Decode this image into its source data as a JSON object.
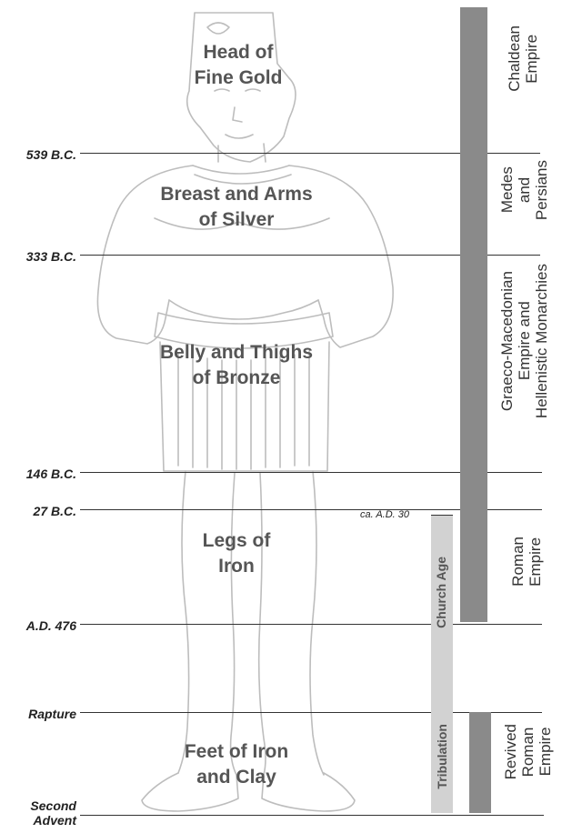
{
  "metals": {
    "head": "Head of\nFine Gold",
    "breast": "Breast and Arms\nof Silver",
    "belly": "Belly and Thighs\nof Bronze",
    "legs": "Legs of\nIron",
    "feet": "Feet of Iron\nand Clay"
  },
  "dates": {
    "d539": "539 B.C.",
    "d333": "333 B.C.",
    "d146": "146 B.C.",
    "d27": "27 B.C.",
    "d476": "A.D. 476",
    "rapture": "Rapture",
    "second_advent": "Second\nAdvent"
  },
  "empires": {
    "chaldean": "Chaldean\nEmpire",
    "medes": "Medes\nand\nPersians",
    "greco": "Graeco-Macedonian\nEmpire and\nHellenistic Monarchies",
    "roman": "Roman\nEmpire",
    "revived": "Revived\nRoman\nEmpire"
  },
  "church": {
    "start": "ca. A.D. 30",
    "church_age": "Church Age",
    "tribulation": "Tribulation"
  },
  "colors": {
    "empire_bar": "#8a8a8a",
    "church_bar": "#d2d2d2",
    "line": "#333333",
    "statue": "#bdbdbd"
  }
}
